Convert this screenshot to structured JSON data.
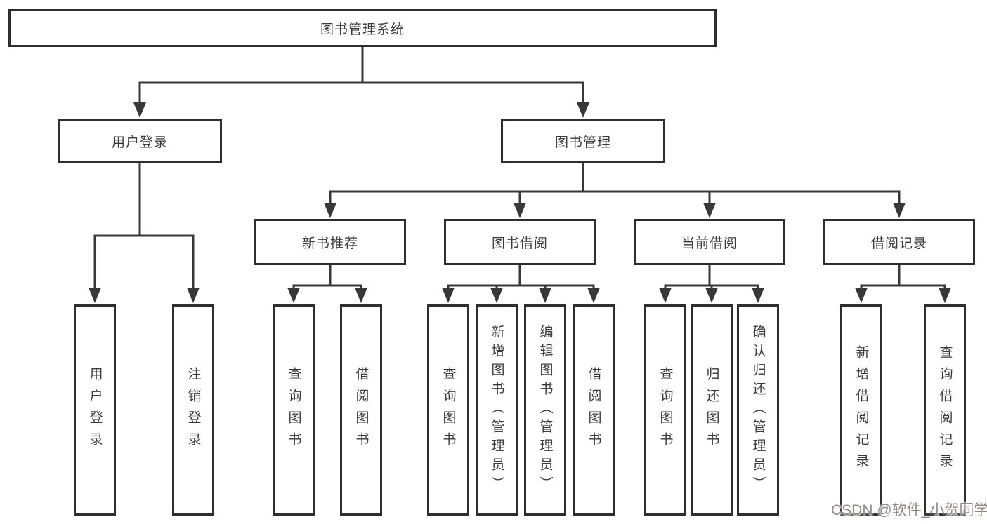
{
  "colors": {
    "background": "#ffffff",
    "line": "#383838",
    "box_border": "#2e2e2e",
    "text": "#3a3a3a",
    "watermark": "#8f8a8a"
  },
  "tree": {
    "label": "图书管理系统",
    "children": [
      {
        "label": "用户登录",
        "children": [
          {
            "label": "用户登录"
          },
          {
            "label": "注销登录"
          }
        ]
      },
      {
        "label": "图书管理",
        "children": [
          {
            "label": "新书推荐",
            "children": [
              {
                "label": "查询图书"
              },
              {
                "label": "借阅图书"
              }
            ]
          },
          {
            "label": "图书借阅",
            "children": [
              {
                "label": "查询图书"
              },
              {
                "label": "新增图书（管理员）"
              },
              {
                "label": "编辑图书（管理员）"
              },
              {
                "label": "借阅图书"
              }
            ]
          },
          {
            "label": "当前借阅",
            "children": [
              {
                "label": "查询图书"
              },
              {
                "label": "归还图书"
              },
              {
                "label": "确认归还（管理员）"
              }
            ]
          },
          {
            "label": "借阅记录",
            "children": [
              {
                "label": "新增借阅记录"
              },
              {
                "label": "查询借阅记录"
              }
            ]
          }
        ]
      }
    ]
  },
  "watermark": {
    "text": "CSDN @软件_小贺同学"
  }
}
